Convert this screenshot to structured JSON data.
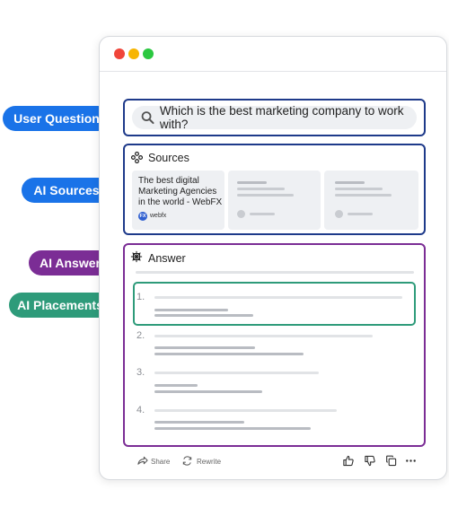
{
  "labels": {
    "user_question": "User Question",
    "ai_sources": "AI Sources",
    "ai_answer": "AI Answer",
    "ai_placements": "AI Placements"
  },
  "search": {
    "query": "Which is the best marketing company to work with?"
  },
  "sources": {
    "title": "Sources",
    "card1_text": "The best digital Marketing Agencies in the world - WebFX",
    "card1_badge": "FX",
    "card1_site": "webfx"
  },
  "answer": {
    "title": "Answer",
    "items": [
      "1.",
      "2.",
      "3.",
      "4."
    ]
  },
  "footer": {
    "share": "Share",
    "rewrite": "Rewrite"
  },
  "colors": {
    "user_question": "#1a73e8",
    "ai_sources": "#1a73e8",
    "ai_answer": "#7b2d95",
    "ai_placements": "#2e9b7a"
  }
}
